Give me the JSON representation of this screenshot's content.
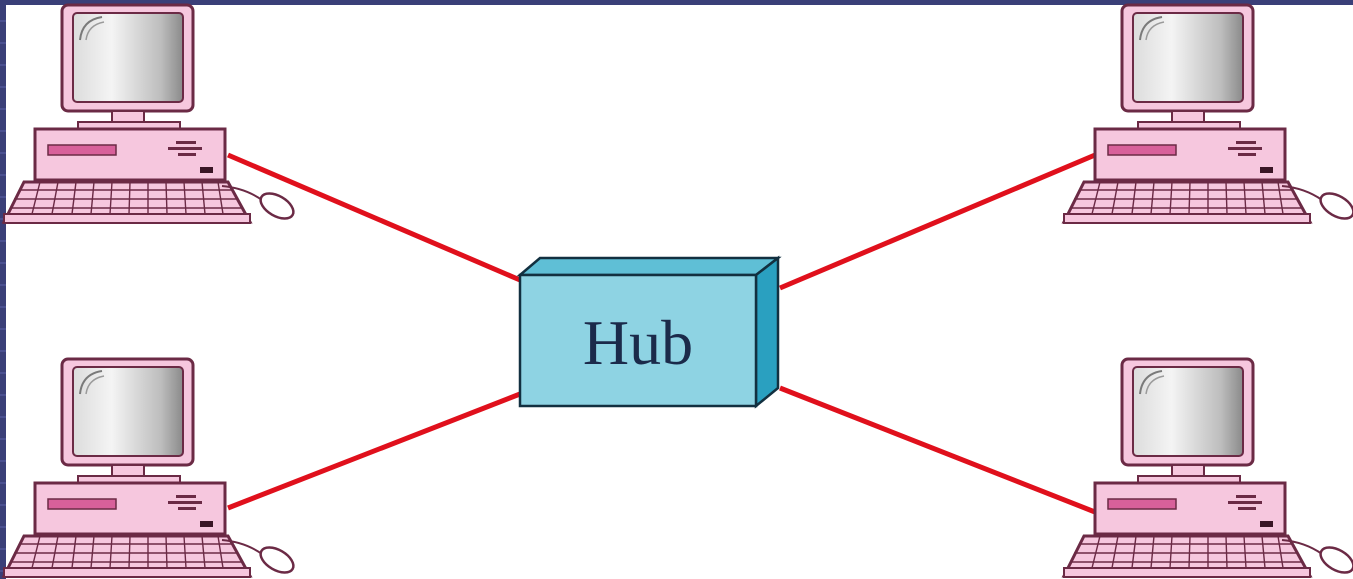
{
  "diagram": {
    "hub": {
      "label": "Hub"
    },
    "computers": [
      {
        "name": "computer-top-left"
      },
      {
        "name": "computer-top-right"
      },
      {
        "name": "computer-bottom-left"
      },
      {
        "name": "computer-bottom-right"
      }
    ],
    "colors": {
      "background": "#ffffff",
      "frame": "#3a3f78",
      "cable": "#e0101c",
      "hub_front": "#8ed3e3",
      "hub_top": "#5fbfd6",
      "hub_side": "#2aa0c0",
      "computer_body": "#f6c7de",
      "computer_outline": "#6b2a45",
      "computer_accent": "#d8609a"
    }
  }
}
